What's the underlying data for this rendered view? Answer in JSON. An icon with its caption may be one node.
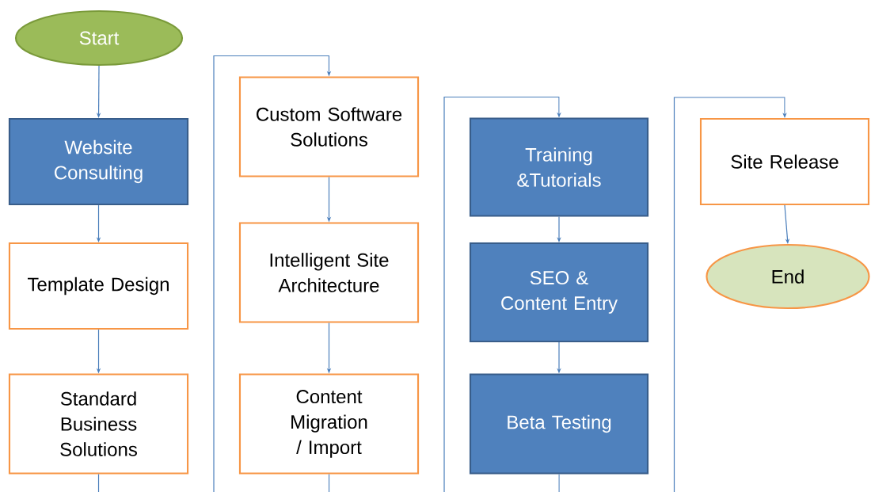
{
  "diagram": {
    "nodes": [
      {
        "text": [
          "Start"
        ]
      },
      {
        "text": [
          "Website Consulting"
        ]
      },
      {
        "text": [
          "Template Design"
        ]
      },
      {
        "text": [
          "Standard Business Solutions"
        ]
      },
      {
        "text": [
          "Custom Software Solutions"
        ]
      },
      {
        "text": [
          "Intelligent Site Architecture"
        ]
      },
      {
        "text": [
          "Content Migration / Import"
        ]
      },
      {
        "text": [
          "Training &Tutorials"
        ]
      },
      {
        "text": [
          "SEO & Content Entry"
        ]
      },
      {
        "text": [
          "Beta Testing"
        ]
      },
      {
        "text": [
          "Site Release"
        ]
      },
      {
        "text": [
          "End"
        ]
      }
    ],
    "edges": [
      {
        "from": 0,
        "to": 1,
        "arrow": "to"
      },
      {
        "from": 1,
        "to": 2,
        "arrow": "to"
      },
      {
        "from": 2,
        "to": 3,
        "arrow": "to"
      },
      {
        "from": 3,
        "to": 4,
        "arrow": "to"
      },
      {
        "from": 4,
        "to": 5,
        "arrow": "to"
      },
      {
        "from": 5,
        "to": 6,
        "arrow": "to"
      },
      {
        "from": 6,
        "to": 7,
        "arrow": "to"
      },
      {
        "from": 7,
        "to": 8,
        "arrow": "to"
      },
      {
        "from": 8,
        "to": 9,
        "arrow": "to"
      },
      {
        "from": 9,
        "to": 10,
        "arrow": "to"
      },
      {
        "from": 10,
        "to": 11,
        "arrow": "to"
      }
    ]
  }
}
